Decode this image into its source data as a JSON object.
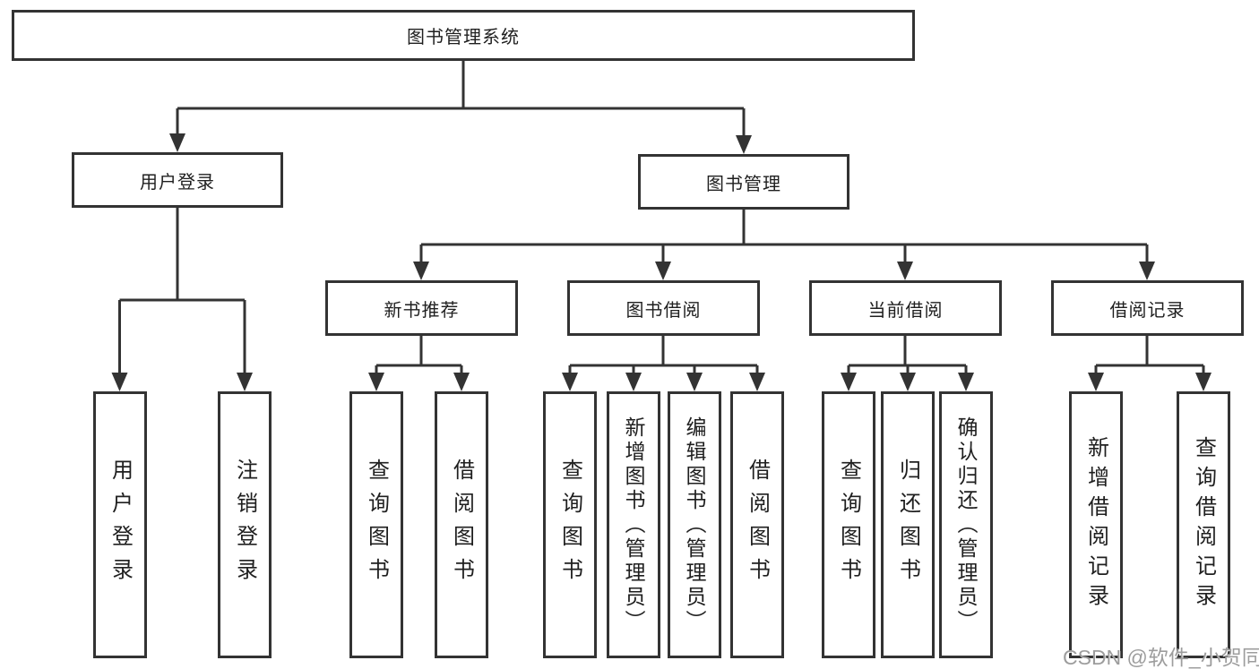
{
  "diagram": {
    "root": {
      "id": "book-management-system",
      "label": "图书管理系统"
    },
    "level2": [
      {
        "id": "user-login",
        "label": "用户登录",
        "parent": "book-management-system"
      },
      {
        "id": "book-management",
        "label": "图书管理",
        "parent": "book-management-system"
      }
    ],
    "level3": [
      {
        "id": "new-book-recommend",
        "label": "新书推荐",
        "parent": "book-management"
      },
      {
        "id": "book-borrowing",
        "label": "图书借阅",
        "parent": "book-management"
      },
      {
        "id": "current-borrowing",
        "label": "当前借阅",
        "parent": "book-management"
      },
      {
        "id": "borrowing-records",
        "label": "借阅记录",
        "parent": "book-management"
      }
    ],
    "leaves": [
      {
        "id": "leaf-user-login",
        "label": "用户登录",
        "parent": "user-login"
      },
      {
        "id": "leaf-logout",
        "label": "注销登录",
        "parent": "user-login"
      },
      {
        "id": "leaf-query-books-recommend",
        "label": "查询图书",
        "parent": "new-book-recommend"
      },
      {
        "id": "leaf-borrow-books-recommend",
        "label": "借阅图书",
        "parent": "new-book-recommend"
      },
      {
        "id": "leaf-query-books-borrowing",
        "label": "查询图书",
        "parent": "book-borrowing"
      },
      {
        "id": "leaf-add-books-admin",
        "label": "新增图书（管理员）",
        "parent": "book-borrowing"
      },
      {
        "id": "leaf-edit-books-admin",
        "label": "编辑图书（管理员）",
        "parent": "book-borrowing"
      },
      {
        "id": "leaf-borrow-books-borrowing",
        "label": "借阅图书",
        "parent": "book-borrowing"
      },
      {
        "id": "leaf-query-books-current",
        "label": "查询图书",
        "parent": "current-borrowing"
      },
      {
        "id": "leaf-return-books",
        "label": "归还图书",
        "parent": "current-borrowing"
      },
      {
        "id": "leaf-confirm-return-admin",
        "label": "确认归还（管理员）",
        "parent": "current-borrowing"
      },
      {
        "id": "leaf-add-borrow-record",
        "label": "新增借阅记录",
        "parent": "borrowing-records"
      },
      {
        "id": "leaf-query-borrow-record",
        "label": "查询借阅记录",
        "parent": "borrowing-records"
      }
    ]
  },
  "watermark": {
    "text": "CSDN @软件_小贺同学"
  },
  "colors": {
    "line": "#333333",
    "box_border": "#333333",
    "text": "#1f1f1f",
    "background": "#ffffff",
    "watermark": "#9d9d9d"
  }
}
